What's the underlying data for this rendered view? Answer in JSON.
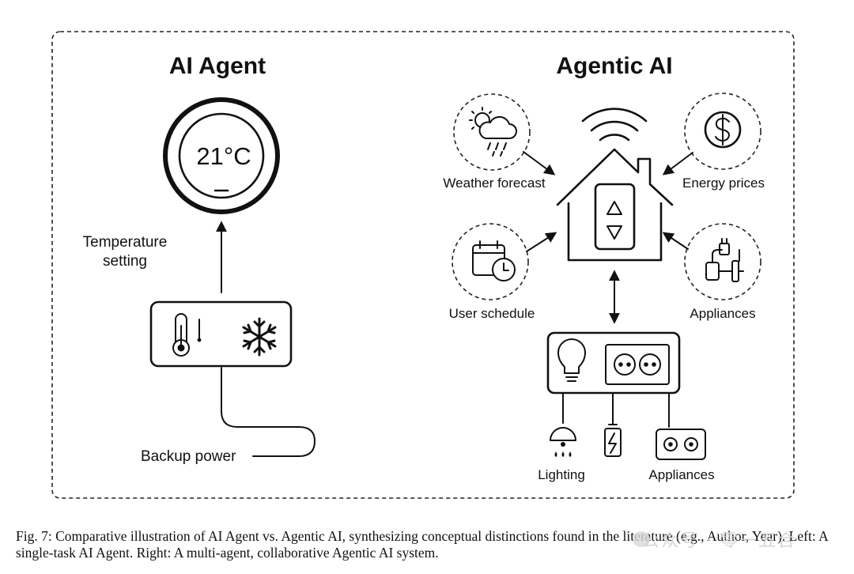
{
  "left_panel": {
    "title": "AI Agent",
    "thermostat_reading": "21°C",
    "temperature_setting_line1": "Temperature",
    "temperature_setting_line2": "setting",
    "backup_power": "Backup power"
  },
  "right_panel": {
    "title": "Agentic AI",
    "weather_forecast": "Weather forecast",
    "energy_prices": "Energy prices",
    "user_schedule": "User schedule",
    "appliances_input": "Appliances",
    "lighting": "Lighting",
    "appliances_output": "Appliances"
  },
  "icons": [
    "thermostat-icon",
    "thermometer-icon",
    "snowflake-icon",
    "wifi-icon",
    "weather-icon",
    "dollar-icon",
    "calendar-clock-icon",
    "plug-icon",
    "house-icon",
    "lightbulb-icon",
    "outlet-icon",
    "lamp-icon",
    "battery-icon"
  ],
  "caption": "Fig. 7: Comparative illustration of AI Agent vs. Agentic AI, synthesizing conceptual distinctions found in the literature (e.g., Author, Year). Left: A single-task AI Agent. Right: A multi-agent, collaborative Agentic AI system.",
  "watermark": "公众号 · 零一五合"
}
